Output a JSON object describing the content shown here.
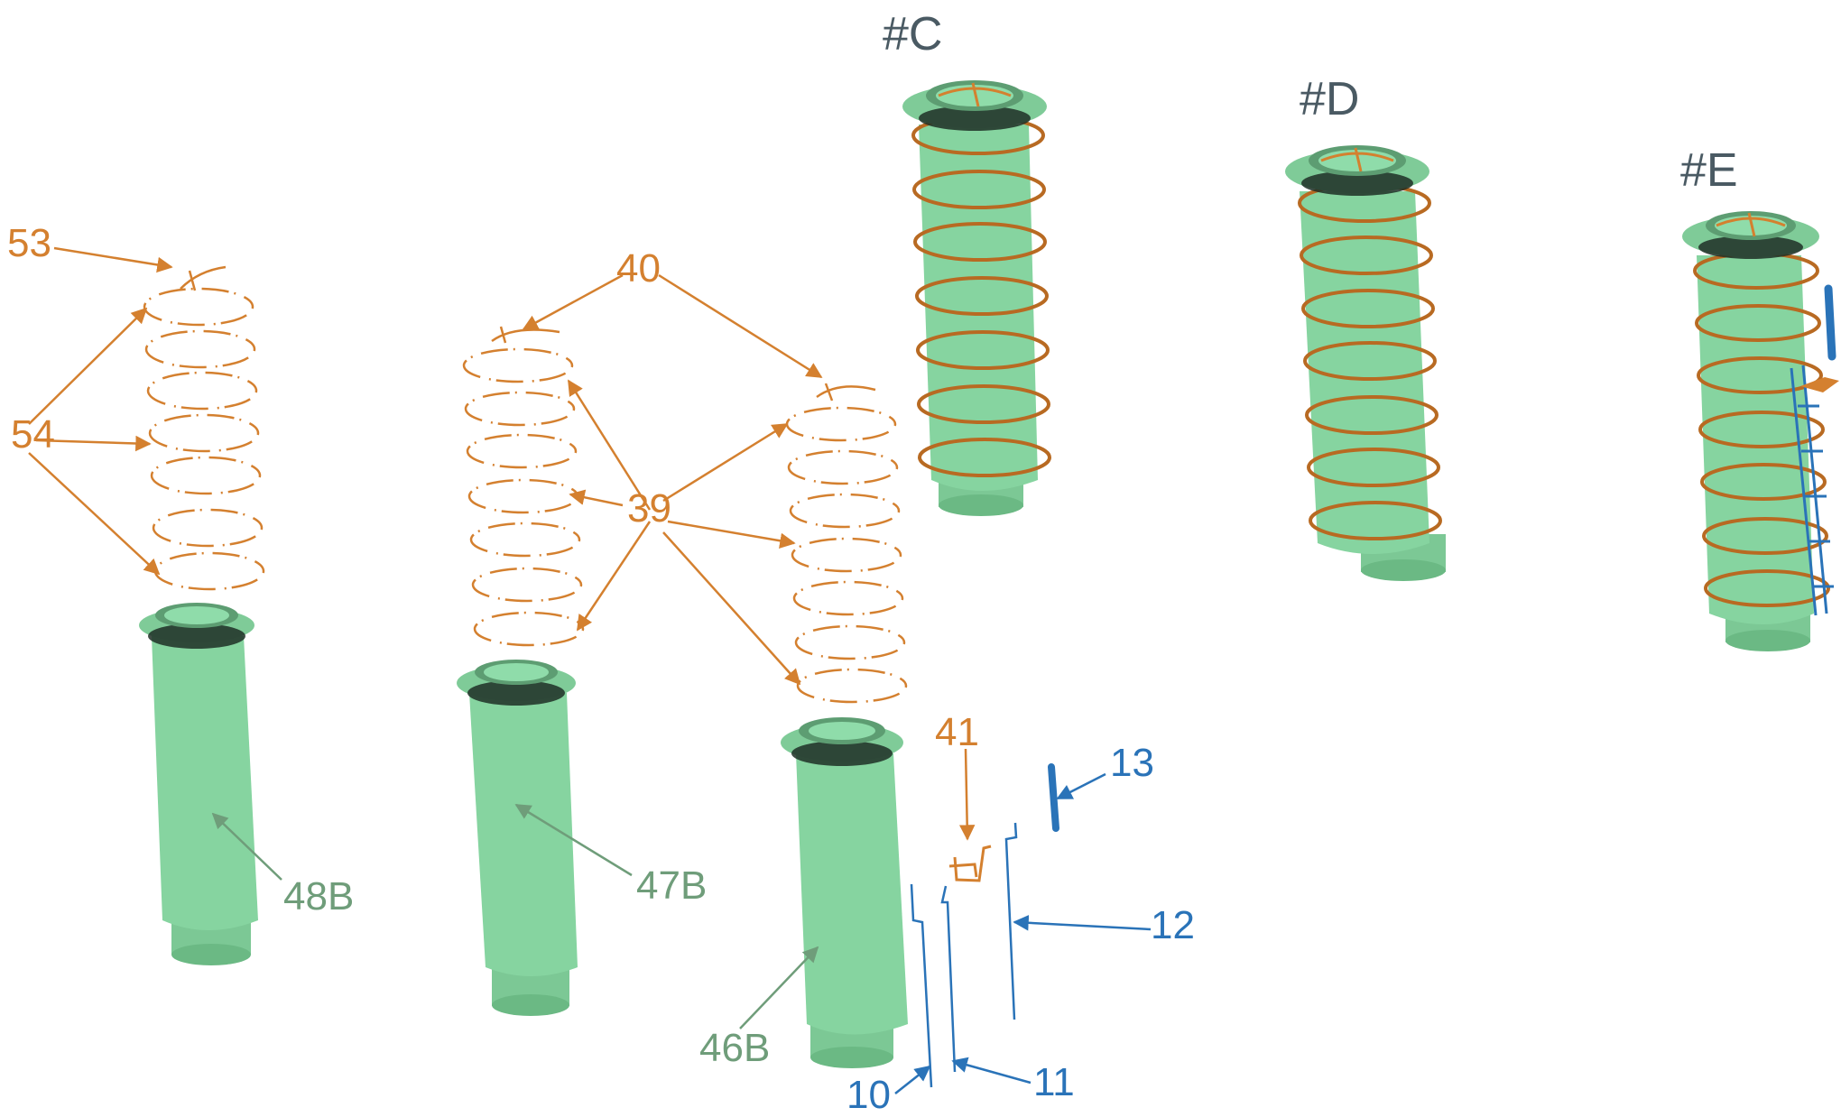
{
  "colors": {
    "orange": "#d4802f",
    "green_label": "#6f9d7a",
    "blue": "#2a73b8",
    "step_label": "#4a5a63",
    "tower_fill": "#86d4a0"
  },
  "step_labels": {
    "c": "#C",
    "d": "#D",
    "e": "#E"
  },
  "part_labels": {
    "p53": "53",
    "p54": "54",
    "p40": "40",
    "p39": "39",
    "p41": "41",
    "p13": "13",
    "p12": "12",
    "p11": "11",
    "p10": "10",
    "p48b": "48B",
    "p47b": "47B",
    "p46b": "46B"
  }
}
